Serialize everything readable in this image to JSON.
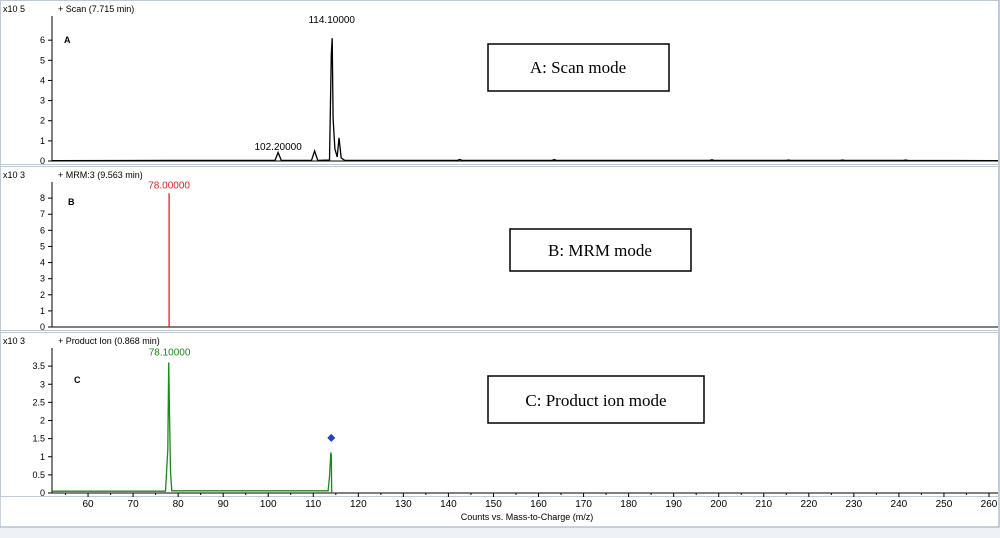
{
  "chart_data": {
    "type": "line",
    "x_axis": {
      "label": "Counts vs. Mass-to-Charge (m/z)",
      "range": [
        52,
        262
      ],
      "ticks": [
        60,
        70,
        80,
        90,
        100,
        110,
        120,
        130,
        140,
        150,
        160,
        170,
        180,
        190,
        200,
        210,
        220,
        230,
        240,
        250,
        260
      ],
      "grid": false
    },
    "panels": [
      {
        "id": "A",
        "header": "+ Scan (7.715 min)",
        "panel_letter": "A",
        "y_multiplier": "x10 5",
        "y_ticks": [
          0,
          1,
          2,
          3,
          4,
          5,
          6
        ],
        "ylim": [
          0,
          7.2
        ],
        "color": "#000000",
        "mode_label": "A: Scan mode",
        "peak_labels": [
          {
            "text": "114.10000",
            "x": 114.1,
            "y": 6.85
          },
          {
            "text": "102.20000",
            "x": 102.2,
            "y": 0.55
          }
        ],
        "points": [
          [
            52,
            0.02
          ],
          [
            78,
            0.03
          ],
          [
            101.5,
            0.03
          ],
          [
            102.2,
            0.42
          ],
          [
            102.9,
            0.03
          ],
          [
            109.6,
            0.03
          ],
          [
            110.3,
            0.5
          ],
          [
            111,
            0.03
          ],
          [
            113.6,
            0.05
          ],
          [
            114.0,
            5.3
          ],
          [
            114.2,
            6.1
          ],
          [
            114.4,
            2.1
          ],
          [
            114.8,
            0.6
          ],
          [
            115.3,
            0.2
          ],
          [
            115.7,
            1.15
          ],
          [
            116.2,
            0.15
          ],
          [
            117,
            0.03
          ],
          [
            142,
            0.03
          ],
          [
            142.5,
            0.08
          ],
          [
            143,
            0.03
          ],
          [
            163,
            0.03
          ],
          [
            163.5,
            0.07
          ],
          [
            164,
            0.03
          ],
          [
            198,
            0.03
          ],
          [
            198.5,
            0.06
          ],
          [
            199,
            0.03
          ],
          [
            215,
            0.03
          ],
          [
            215.5,
            0.05
          ],
          [
            216,
            0.03
          ],
          [
            227,
            0.03
          ],
          [
            227.5,
            0.05
          ],
          [
            228,
            0.03
          ],
          [
            241,
            0.03
          ],
          [
            241.5,
            0.05
          ],
          [
            242,
            0.03
          ],
          [
            262,
            0.02
          ]
        ]
      },
      {
        "id": "B",
        "header": "+ MRM:3 (9.563 min)",
        "panel_letter": "B",
        "y_multiplier": "x10 3",
        "y_ticks": [
          0,
          1,
          2,
          3,
          4,
          5,
          6,
          7,
          8
        ],
        "ylim": [
          0,
          9
        ],
        "color": "#e02020",
        "mode_label": "B: MRM mode",
        "peak_labels": [
          {
            "text": "78.00000",
            "x": 78.0,
            "y": 8.6
          }
        ],
        "points": [
          [
            78,
            0
          ],
          [
            78,
            8.3
          ],
          [
            78,
            0
          ]
        ]
      },
      {
        "id": "C",
        "header": "+ Product Ion (0.868 min)",
        "panel_letter": "C",
        "y_multiplier": "x10 3",
        "y_ticks": [
          0,
          0.5,
          1,
          1.5,
          2,
          2.5,
          3,
          3.5
        ],
        "ylim": [
          0,
          4
        ],
        "color": "#1a8a1a",
        "mode_label": "C: Product ion mode",
        "peak_labels": [
          {
            "text": "78.10000",
            "x": 78.1,
            "y": 3.8
          }
        ],
        "marker": {
          "x": 114.0,
          "y": 1.3,
          "color": "#1f3fcf"
        },
        "points": [
          [
            52,
            0.05
          ],
          [
            77.2,
            0.05
          ],
          [
            77.7,
            1.2
          ],
          [
            77.9,
            3.6
          ],
          [
            78.1,
            2.0
          ],
          [
            78.3,
            0.6
          ],
          [
            78.6,
            0.06
          ],
          [
            113.3,
            0.06
          ],
          [
            113.6,
            0.45
          ],
          [
            113.9,
            1.12
          ],
          [
            114.0,
            1.05
          ],
          [
            114.1,
            0
          ]
        ]
      }
    ]
  }
}
